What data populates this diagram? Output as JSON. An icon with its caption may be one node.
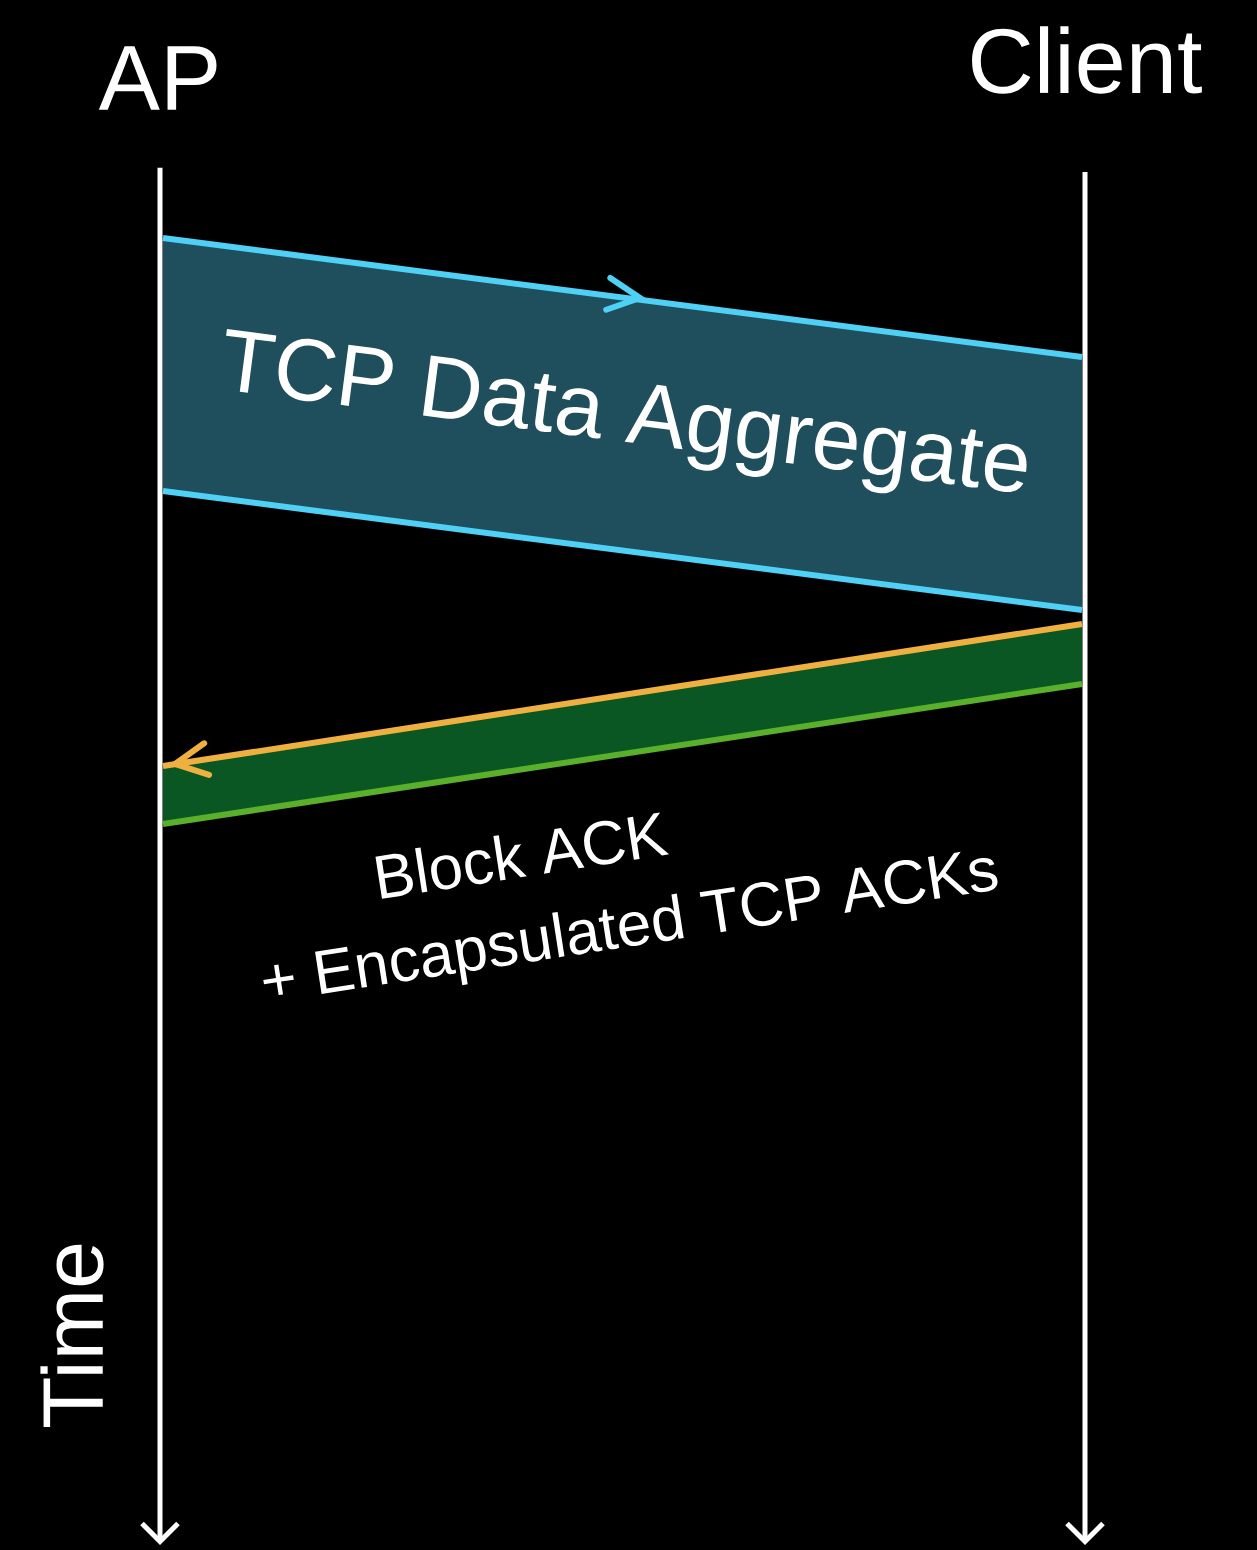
{
  "diagram": {
    "nodes": [
      {
        "text": [
          "AP"
        ]
      },
      {
        "text": [
          "Client"
        ]
      },
      {
        "text": [
          "TCP Data Aggregate"
        ]
      },
      {
        "text": [],
        "shape": "band",
        "beside": [
          "Block ACK",
          "+ Encapsulated TCP ACKs"
        ]
      }
    ],
    "edges": [
      {
        "from": 0,
        "to": null,
        "arrow": "to"
      },
      {
        "from": 1,
        "to": null,
        "arrow": "to"
      }
    ],
    "labels": [
      "Time"
    ]
  }
}
